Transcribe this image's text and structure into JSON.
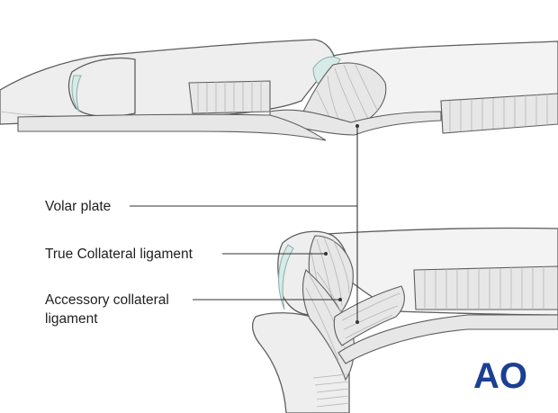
{
  "labels": {
    "volar_plate": "Volar plate",
    "true_collateral": "True Collateral ligament",
    "accessory_collateral_line1": "Accessory collateral",
    "accessory_collateral_line2": "ligament"
  },
  "logo_text": "AO",
  "colors": {
    "bone_fill": "#eeeeee",
    "outline": "#5d5d5d",
    "cartilage": "#d7ebe8",
    "leader": "#333333",
    "logo_blue": "#1c3f94"
  }
}
